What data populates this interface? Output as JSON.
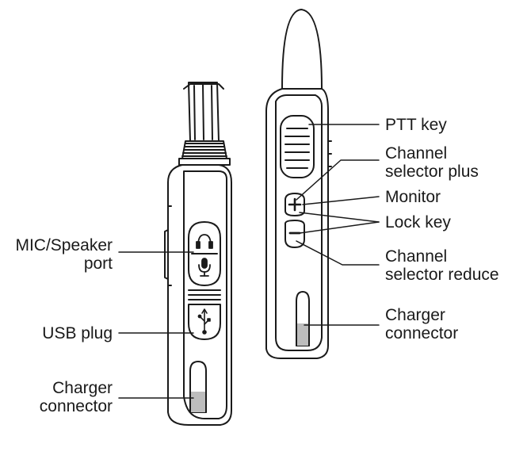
{
  "diagram": {
    "ink_color": "#1a1a1a",
    "fill_color": "#ffffff",
    "shade_color": "#bdbdbd",
    "labels": {
      "mic_speaker": [
        "MIC/Speaker",
        "port"
      ],
      "usb_plug": "USB plug",
      "charger_left": [
        "Charger",
        "connector"
      ],
      "ptt_key": "PTT key",
      "channel_plus": [
        "Channel",
        "selector plus"
      ],
      "monitor": "Monitor",
      "lock_key": "Lock key",
      "channel_reduce": [
        "Channel",
        "selector reduce"
      ],
      "charger_right": [
        "Charger",
        "connector"
      ]
    },
    "icons": {
      "headphone": "headphone-icon",
      "microphone": "microphone-icon",
      "usb": "usb-icon",
      "plus": "plus-icon",
      "minus": "minus-icon"
    }
  }
}
